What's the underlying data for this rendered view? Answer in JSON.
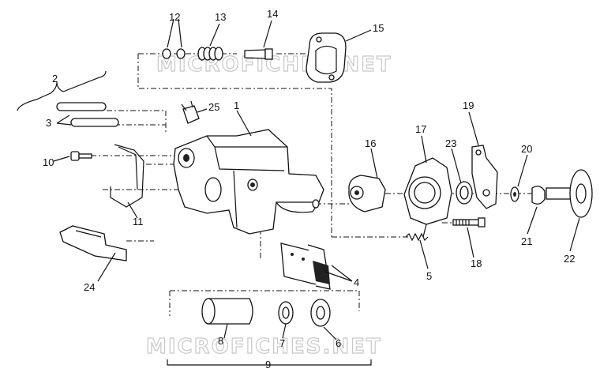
{
  "watermarks": [
    "MICROFICHES.NET",
    "MICROFICHES.NET"
  ],
  "callouts": [
    {
      "id": "p1",
      "label": "1"
    },
    {
      "id": "p2",
      "label": "2"
    },
    {
      "id": "p3",
      "label": "3"
    },
    {
      "id": "p4",
      "label": "4"
    },
    {
      "id": "p5",
      "label": "5"
    },
    {
      "id": "p6",
      "label": "6"
    },
    {
      "id": "p7",
      "label": "7"
    },
    {
      "id": "p8",
      "label": "8"
    },
    {
      "id": "p9",
      "label": "9"
    },
    {
      "id": "p10",
      "label": "10"
    },
    {
      "id": "p11",
      "label": "11"
    },
    {
      "id": "p12",
      "label": "12"
    },
    {
      "id": "p13",
      "label": "13"
    },
    {
      "id": "p14",
      "label": "14"
    },
    {
      "id": "p15",
      "label": "15"
    },
    {
      "id": "p16",
      "label": "16"
    },
    {
      "id": "p17",
      "label": "17"
    },
    {
      "id": "p18",
      "label": "18"
    },
    {
      "id": "p19",
      "label": "19"
    },
    {
      "id": "p20",
      "label": "20"
    },
    {
      "id": "p21",
      "label": "21"
    },
    {
      "id": "p22",
      "label": "22"
    },
    {
      "id": "p23",
      "label": "23"
    },
    {
      "id": "p24",
      "label": "24"
    },
    {
      "id": "p25",
      "label": "25"
    }
  ]
}
